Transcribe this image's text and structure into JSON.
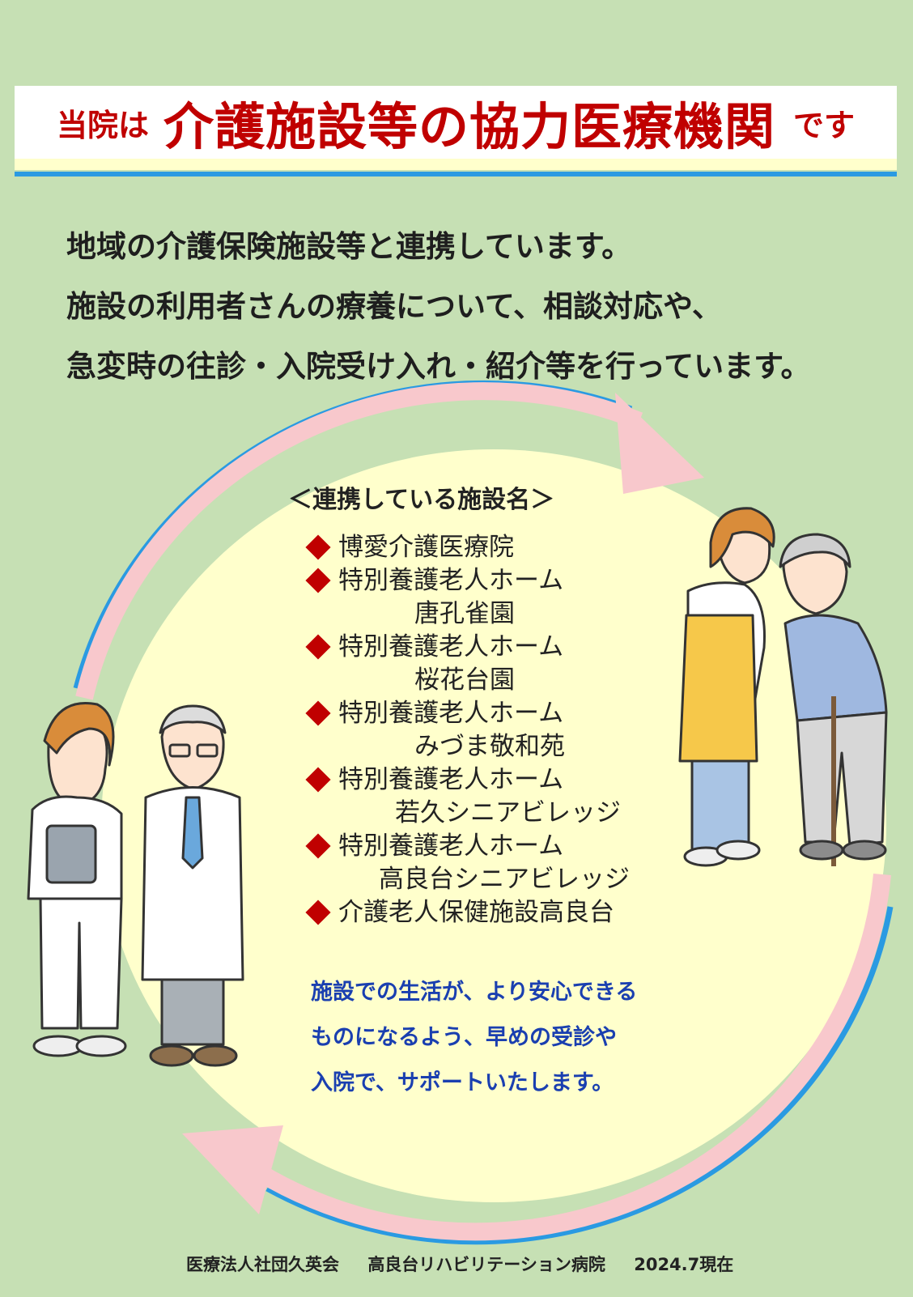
{
  "title": {
    "prefix": "当院は",
    "main": "介護施設等の協力医療機関",
    "suffix": "です"
  },
  "intro": [
    "地域の介護保険施設等と連携しています。",
    "施設の利用者さんの療養について、相談対応や、",
    "急変時の往診・入院受け入れ・紹介等を行っています。"
  ],
  "facility_heading": "＜連携している施設名＞",
  "facilities": [
    {
      "name": "博愛介護医療院",
      "sub": ""
    },
    {
      "name": "特別養護老人ホーム",
      "sub": "唐孔雀園"
    },
    {
      "name": "特別養護老人ホーム",
      "sub": "桜花台園"
    },
    {
      "name": "特別養護老人ホーム",
      "sub": "みづま敬和苑"
    },
    {
      "name": "特別養護老人ホーム",
      "sub": "若久シニアビレッジ"
    },
    {
      "name": "特別養護老人ホーム",
      "sub": "高良台シニアビレッジ"
    },
    {
      "name": "介護老人保健施設高良台",
      "sub": ""
    }
  ],
  "support": [
    "施設での生活が、より安心できる",
    "ものになるよう、早めの受診や",
    "入院で、サポートいたします。"
  ],
  "footer": {
    "org": "医療法人社団久英会",
    "hospital": "高良台リハビリテーション病院",
    "date": "2024.7現在"
  },
  "colors": {
    "background": "#c6e0b4",
    "title_red": "#c00000",
    "arrow_pink": "#f8c8cc",
    "arrow_blue": "#2a9ae2",
    "circle_yellow": "#ffffcc",
    "support_blue": "#1a3fb0"
  }
}
